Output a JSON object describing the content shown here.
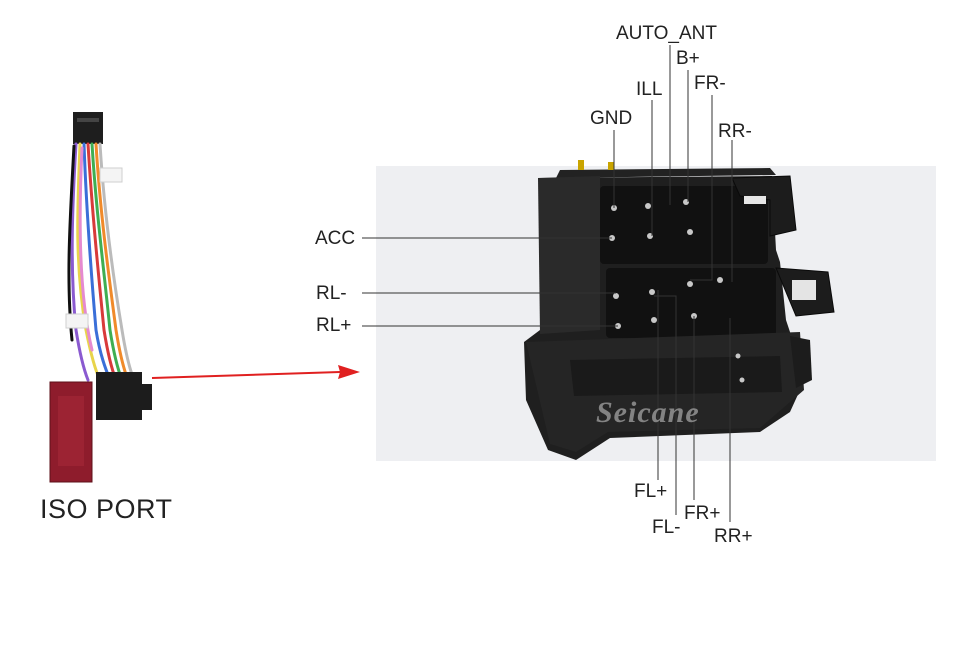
{
  "caption": "ISO PORT",
  "watermark": "Seicane",
  "pins": {
    "auto_ant": "AUTO_ANT",
    "b_plus": "B+",
    "fr_minus": "FR-",
    "ill": "ILL",
    "gnd": "GND",
    "rr_minus": "RR-",
    "acc": "ACC",
    "rl_minus": "RL-",
    "rl_plus": "RL+",
    "fl_plus": "FL+",
    "fl_minus": "FL-",
    "fr_plus": "FR+",
    "rr_plus": "RR+"
  },
  "colors": {
    "arrow": "#e02020",
    "connector": "#1c1c1c",
    "fuse_holder": "#8e1c2c",
    "leader_line": "#333333"
  }
}
